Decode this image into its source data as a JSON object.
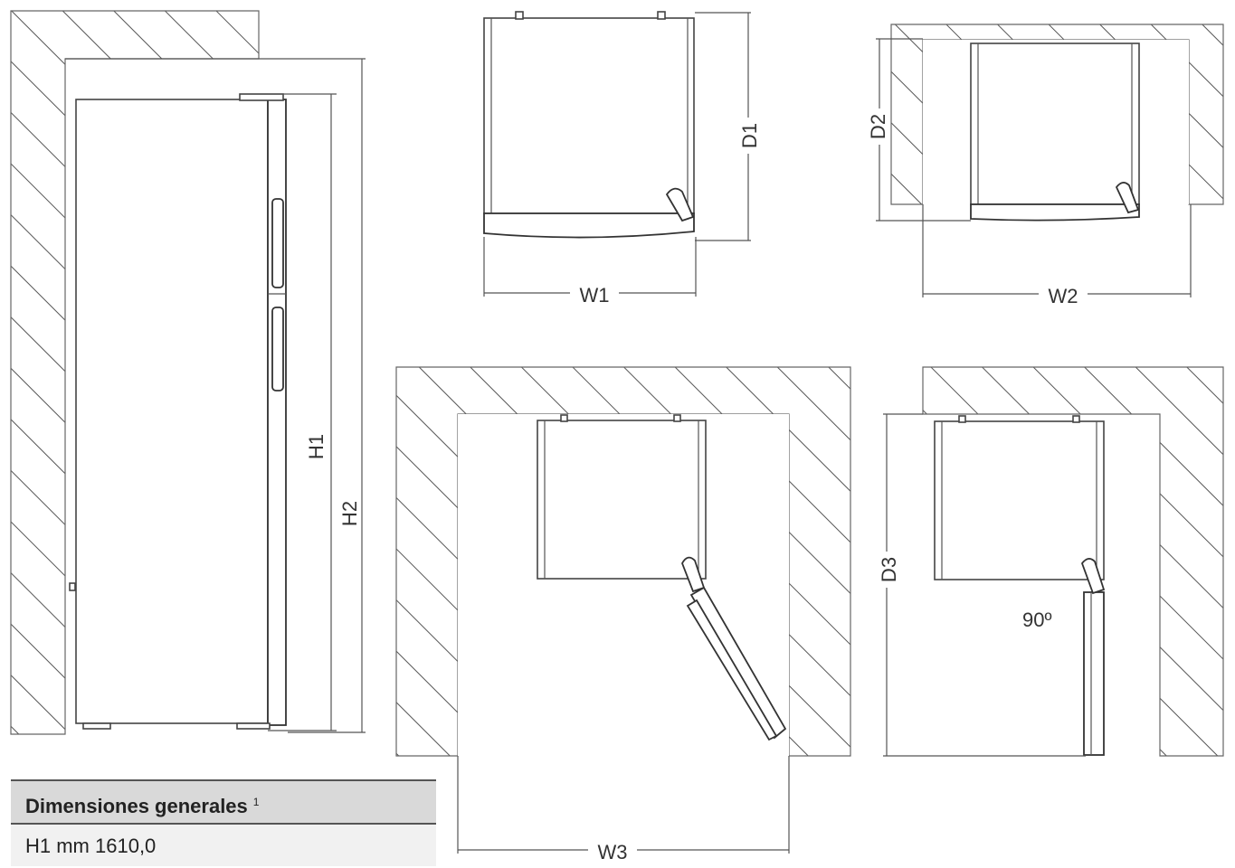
{
  "labels": {
    "h1": "H1",
    "h2": "H2",
    "d1": "D1",
    "d2": "D2",
    "d3": "D3",
    "w1": "W1",
    "w2": "W2",
    "w3": "W3",
    "angle": "90º"
  },
  "table": {
    "title": "Dimensiones generales",
    "footnote_mark": "1",
    "rows": [
      "H1 mm 1610,0"
    ]
  }
}
